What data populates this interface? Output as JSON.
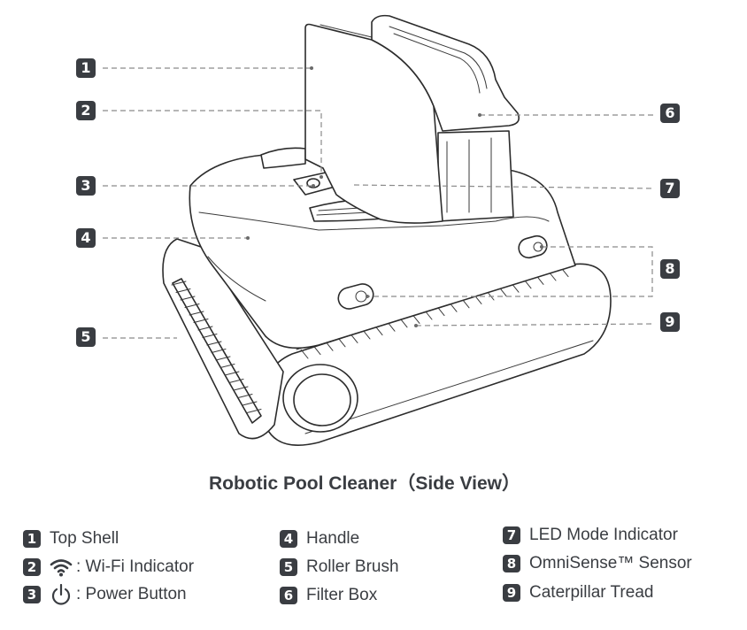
{
  "title": "Robotic Pool Cleaner（Side View）",
  "callouts": [
    {
      "num": "1",
      "part": "Top Shell"
    },
    {
      "num": "2",
      "part": "Wi-Fi Indicator"
    },
    {
      "num": "3",
      "part": "Power Button"
    },
    {
      "num": "4",
      "part": "Handle"
    },
    {
      "num": "5",
      "part": "Roller Brush"
    },
    {
      "num": "6",
      "part": "Filter Box"
    },
    {
      "num": "7",
      "part": "LED Mode Indicator"
    },
    {
      "num": "8",
      "part": "OmniSense™ Sensor"
    },
    {
      "num": "9",
      "part": "Caterpillar Tread"
    }
  ],
  "legend": [
    {
      "num": "1",
      "label": "Top Shell",
      "icon": null
    },
    {
      "num": "2",
      "label": ": Wi-Fi Indicator",
      "icon": "wifi-icon"
    },
    {
      "num": "3",
      "label": ": Power Button",
      "icon": "power-icon"
    },
    {
      "num": "4",
      "label": "Handle",
      "icon": null
    },
    {
      "num": "5",
      "label": "Roller Brush",
      "icon": null
    },
    {
      "num": "6",
      "label": "Filter Box",
      "icon": null
    },
    {
      "num": "7",
      "label": "LED Mode Indicator",
      "icon": null
    },
    {
      "num": "8",
      "label": "OmniSense™ Sensor",
      "icon": null
    },
    {
      "num": "9",
      "label": "Caterpillar Tread",
      "icon": null
    }
  ],
  "colors": {
    "badge": "#3a3d42",
    "text": "#3a3d42",
    "leader": "#8a8a8a"
  }
}
